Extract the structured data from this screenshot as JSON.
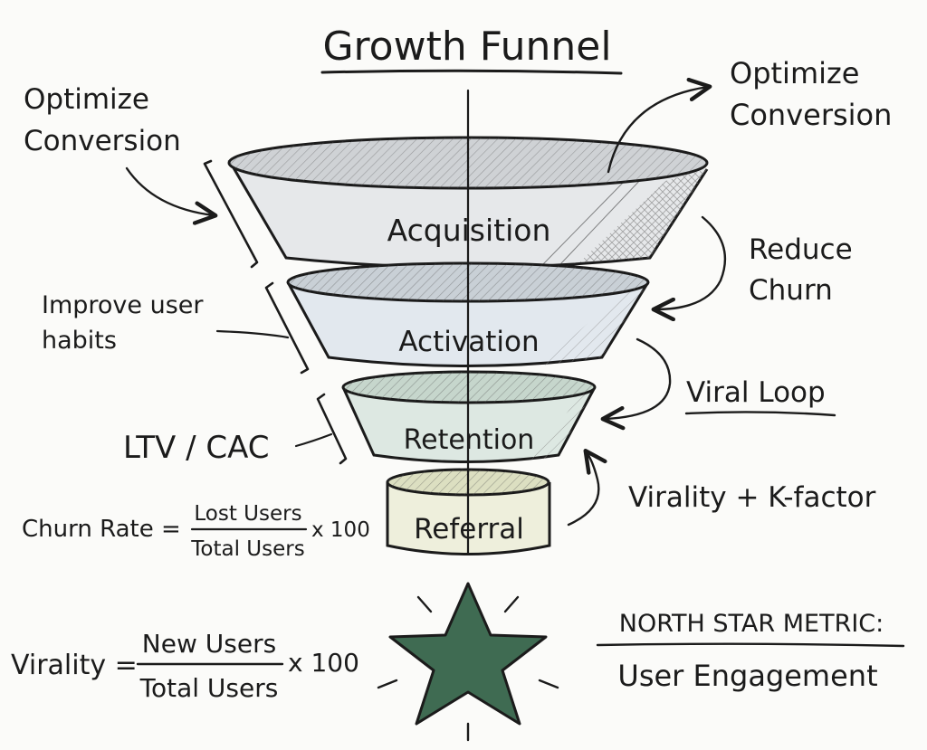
{
  "title": "Growth Funnel",
  "stages": [
    "Acquisition",
    "Activation",
    "Retention",
    "Referral"
  ],
  "left_notes": {
    "optimize_conversion": [
      "Optimize",
      "Conversion"
    ],
    "improve_habits": [
      "Improve user",
      "habits"
    ],
    "ltv_cac": "LTV / CAC"
  },
  "right_notes": {
    "optimize_conversion": [
      "Optimize",
      "Conversion"
    ],
    "reduce_churn": [
      "Reduce",
      "Churn"
    ],
    "viral_loop": "Viral Loop",
    "virality_kfactor": "Virality + K-factor"
  },
  "churn_formula": {
    "label": "Churn Rate =",
    "numerator": "Lost Users",
    "denominator": "Total Users",
    "multiplier": "x 100"
  },
  "virality_formula": {
    "label": "Virality =",
    "numerator": "New Users",
    "denominator": "Total Users",
    "multiplier": "x 100"
  },
  "north_star": {
    "heading": "NORTH STAR METRIC:",
    "value": "User Engagement"
  },
  "colors": {
    "ink": "#1b1b1b",
    "acquisition": "#e6e8ea",
    "activation": "#e2e8ee",
    "retention": "#dde8e2",
    "referral": "#eeefdc",
    "star": "#3f6b52"
  }
}
